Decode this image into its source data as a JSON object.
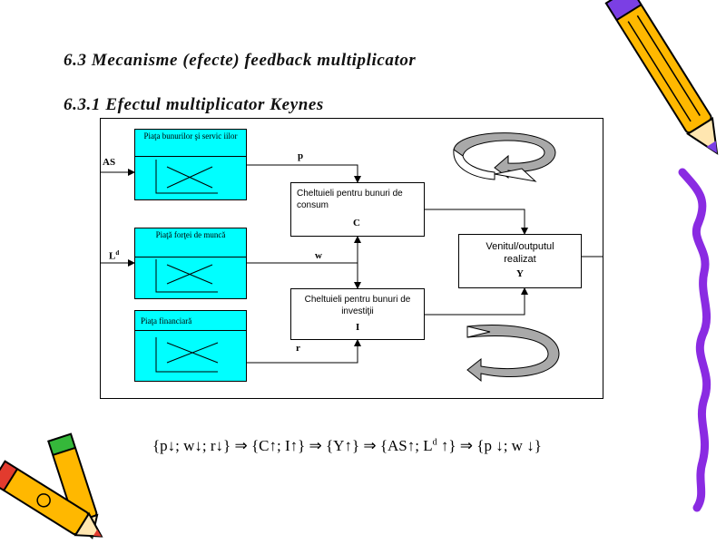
{
  "title": "6.3 Mecanisme (efecte) feedback multiplicator",
  "subtitle": "6.3.1 Efectul multiplicator Keynes",
  "markets": {
    "goods": "Piaţa bunurilor şi servic iilor",
    "labor": "Piaţă forţei de muncă",
    "financial": "Piaţa financiară"
  },
  "boxes": {
    "consumption_text": "Cheltuieli pentru bunuri de consum",
    "consumption_symbol": "C",
    "investment_text": "Cheltuieli pentru bunuri de investiţii",
    "investment_symbol": "I",
    "output_text": "Venitul/outputul realizat",
    "output_symbol": "Y"
  },
  "labels": {
    "as": "AS",
    "ld": "L",
    "ld_sup": "d",
    "p": "p",
    "w": "w",
    "r": "r"
  },
  "formula": {
    "part1": "{p↓; w↓; r↓}",
    "part2": "{C↑; I↑}",
    "part3": "{Y↑}",
    "part4_pre": "{AS↑; L",
    "part4_sup": "d",
    "part4_post": " ↑}",
    "part5": "{p ↓; w ↓}",
    "implies": "⇒"
  },
  "icons": [
    "pencil-icon",
    "pencil-icon",
    "rotation-arrow-icon"
  ],
  "colors": {
    "market_fill": "#00ffff",
    "spiral": "#ffffff"
  }
}
